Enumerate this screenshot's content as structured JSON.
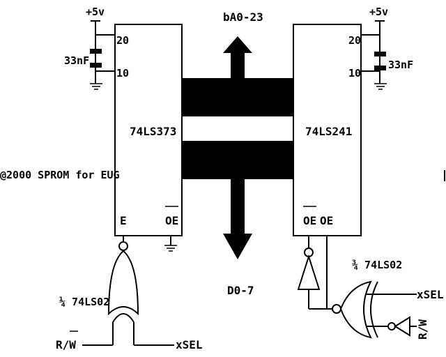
{
  "labels": {
    "vcc_left": "+5v",
    "vcc_right": "+5v",
    "cap_left": "33nF",
    "cap_right": "33nF",
    "pin20_left": "20",
    "pin10_left": "10",
    "pin20_right": "20",
    "pin10_right": "10",
    "chip_left": "74LS373",
    "chip_right": "74LS241",
    "pin_e": "E",
    "pin_oe_left": "OE",
    "pin_oe_right1": "OE",
    "pin_oe_right2": "OE",
    "bus_top": "bA0-23",
    "bus_bottom": "D0-7",
    "side_note": "@2000 SPROM for EUG",
    "gate_left": "¼ 74LS02",
    "gate_right": "¾ 74LS02",
    "sig_rw_left": "R/W",
    "sig_xsel_left": "xSEL",
    "sig_xsel_right": "xSEL",
    "sig_rw_right": "R/W"
  },
  "colors": {
    "ink": "#000000",
    "paper": "#ffffff"
  }
}
